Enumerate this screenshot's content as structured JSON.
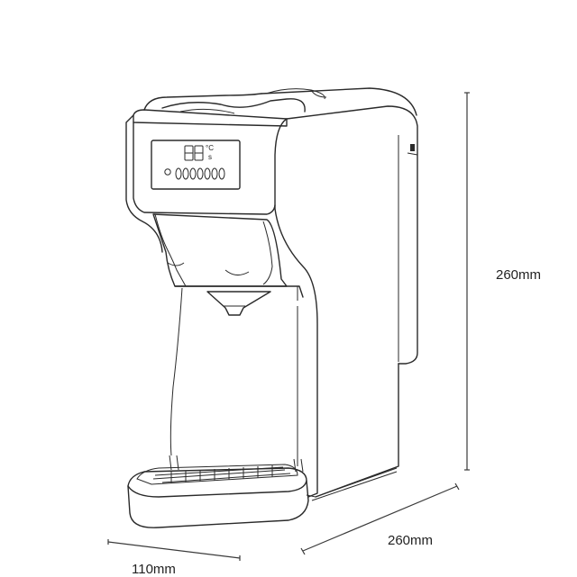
{
  "dimensions": {
    "height": "260mm",
    "depth": "260mm",
    "width": "110mm"
  },
  "display": {
    "digits": "88",
    "unit_celsius": "°C",
    "unit_seconds": "s",
    "indicator_count": 7
  }
}
